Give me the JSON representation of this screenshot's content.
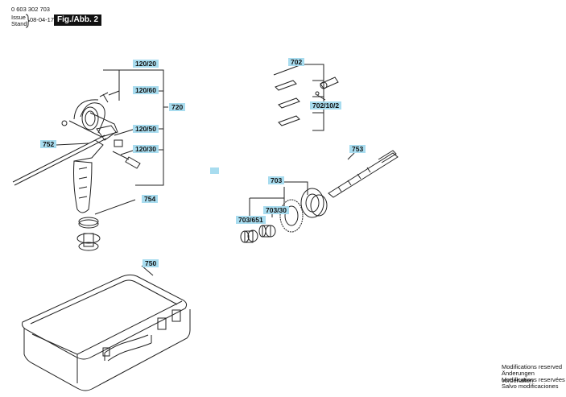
{
  "header": {
    "doc_number": "0 603 302 703",
    "issue_label": "Issue",
    "stand_label": "Stand",
    "date": "08-04-17",
    "figure": "Fig./Abb. 2"
  },
  "parts": {
    "p120_20": "120/20",
    "p120_60": "120/60",
    "p720": "720",
    "p120_50": "120/50",
    "p120_30": "120/30",
    "p752": "752",
    "p754": "754",
    "p702": "702",
    "p702_10_2": "702/10/2",
    "p753": "753",
    "p703": "703",
    "p703_30": "703/30",
    "p703_651": "703/651",
    "p750": "750"
  },
  "notes": {
    "en": "Modifications reserved",
    "de": "Änderungen vorbehalten",
    "fr": "Modifications reservées",
    "es": "Salvo modificaciones"
  }
}
